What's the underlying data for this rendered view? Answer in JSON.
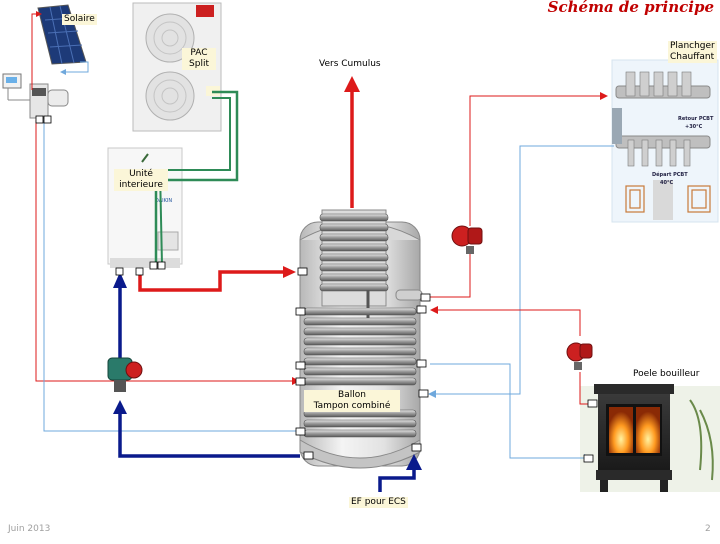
{
  "title": "Schéma de principe",
  "labels": {
    "solaire": "Solaire",
    "pac_line1": "PAC",
    "pac_line2": "Split",
    "vers_cumulus": "Vers Cumulus",
    "unite_line1": "Unité",
    "unite_line2": "interieure",
    "plancher_line1": "Planchger",
    "plancher_line2": "Chauffant",
    "ballon_line1": "Ballon",
    "ballon_line2": "Tampon combiné",
    "poele": "Poele bouilleur",
    "ef_ecs": "EF pour ECS"
  },
  "equipment_text": {
    "retour": "Retour PCBT",
    "retour_temp": "+30°C",
    "depart": "Départ PCBT",
    "depart_temp": "40°C",
    "brand": "DAIKIN"
  },
  "footer": {
    "date": "Juin 2013",
    "page": "2"
  },
  "colors": {
    "hot": "#dd1a1a",
    "cold": "#0a1a8c",
    "light_blue": "#6fa8dc",
    "green": "#2e8b57",
    "title": "#c00000"
  }
}
